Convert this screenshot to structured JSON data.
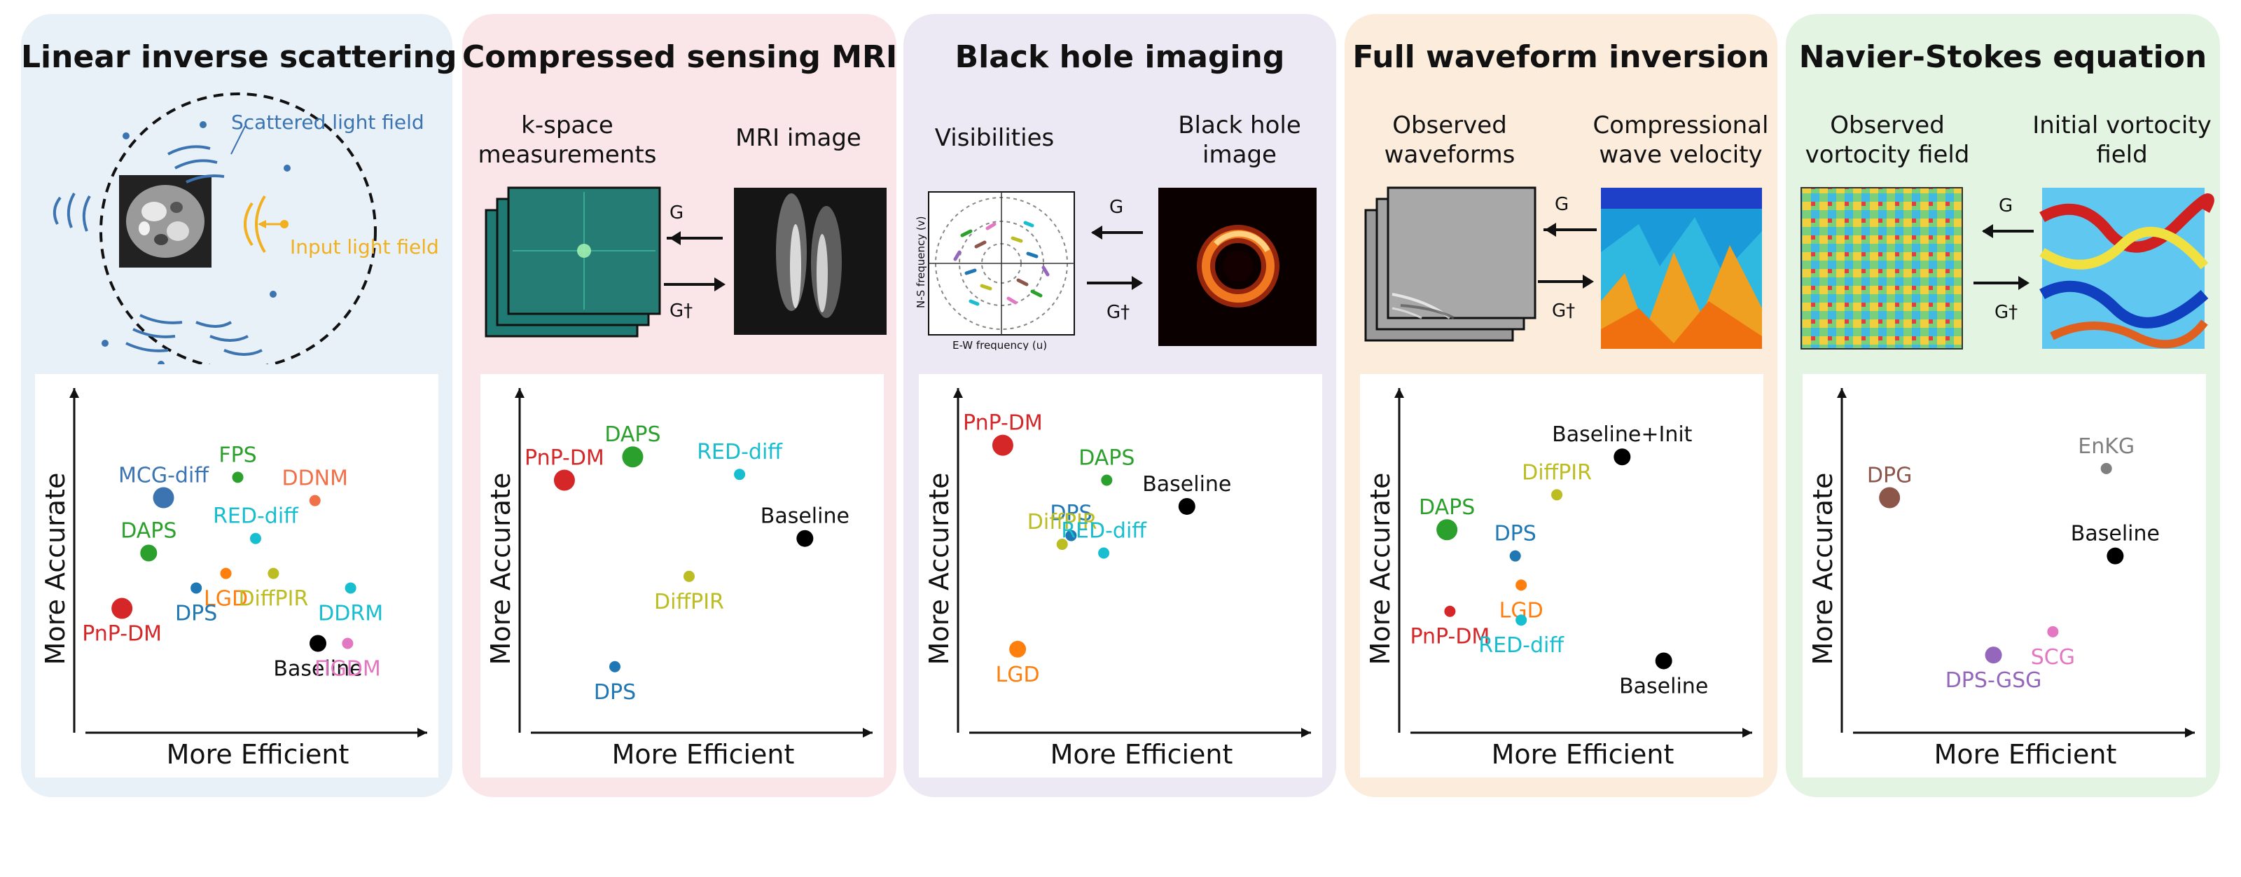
{
  "panels": [
    {
      "id": "scattering",
      "title": "Linear inverse scattering",
      "bg": "#e8f0f8",
      "labels": {
        "scattered": "Scattered light field",
        "input": "Input light field"
      },
      "chart_data": {
        "type": "scatter",
        "xlabel": "More Efficient",
        "ylabel": "More Accurate",
        "xlim": [
          0,
          10
        ],
        "ylim": [
          0,
          10
        ],
        "points": [
          {
            "name": "MCG-diff",
            "x": 2.3,
            "y": 7.2,
            "size": "large",
            "color": "#3b74b0"
          },
          {
            "name": "FPS",
            "x": 4.8,
            "y": 7.9,
            "size": "small",
            "color": "#2ca02c"
          },
          {
            "name": "DDNM",
            "x": 7.4,
            "y": 7.1,
            "size": "small",
            "color": "#f07048"
          },
          {
            "name": "RED-diff",
            "x": 5.4,
            "y": 5.8,
            "size": "small",
            "color": "#17becf"
          },
          {
            "name": "DAPS",
            "x": 1.8,
            "y": 5.3,
            "size": "medium",
            "color": "#2ca02c"
          },
          {
            "name": "LGD",
            "x": 4.4,
            "y": 4.6,
            "size": "small",
            "color": "#ff7f0e"
          },
          {
            "name": "DiffPIR",
            "x": 6.0,
            "y": 4.6,
            "size": "small",
            "color": "#bcbd22"
          },
          {
            "name": "DPS",
            "x": 3.4,
            "y": 4.1,
            "size": "small",
            "color": "#1f77b4"
          },
          {
            "name": "DDRM",
            "x": 8.6,
            "y": 4.1,
            "size": "small",
            "color": "#17becf"
          },
          {
            "name": "PnP-DM",
            "x": 0.9,
            "y": 3.4,
            "size": "large",
            "color": "#d62728"
          },
          {
            "name": "Baseline",
            "x": 7.5,
            "y": 2.2,
            "size": "medium",
            "color": "#000000"
          },
          {
            "name": "ΠGDM",
            "x": 8.5,
            "y": 2.2,
            "size": "small",
            "color": "#e377c2"
          }
        ]
      }
    },
    {
      "id": "mri",
      "title": "Compressed sensing MRI",
      "bg": "#fae6e8",
      "labels": {
        "left": "k-space measurements",
        "right": "MRI image",
        "forward": "G",
        "adjoint": "G†"
      },
      "chart_data": {
        "type": "scatter",
        "xlabel": "More Efficient",
        "ylabel": "More Accurate",
        "xlim": [
          0,
          10
        ],
        "ylim": [
          0,
          10
        ],
        "points": [
          {
            "name": "DAPS",
            "x": 3.1,
            "y": 8.6,
            "size": "large",
            "color": "#2ca02c"
          },
          {
            "name": "RED-diff",
            "x": 6.7,
            "y": 8.0,
            "size": "small",
            "color": "#17becf"
          },
          {
            "name": "PnP-DM",
            "x": 0.8,
            "y": 7.8,
            "size": "large",
            "color": "#d62728"
          },
          {
            "name": "Baseline",
            "x": 8.9,
            "y": 5.8,
            "size": "medium",
            "color": "#000000"
          },
          {
            "name": "DiffPIR",
            "x": 5.0,
            "y": 4.5,
            "size": "small",
            "color": "#bcbd22"
          },
          {
            "name": "DPS",
            "x": 2.5,
            "y": 1.4,
            "size": "small",
            "color": "#1f77b4"
          }
        ]
      }
    },
    {
      "id": "blackhole",
      "title": "Black hole imaging",
      "bg": "#ece8f4",
      "labels": {
        "left": "Visibilities",
        "right": "Black hole image",
        "forward": "G",
        "adjoint": "G†",
        "vis_xaxis": "E-W frequency (u)",
        "vis_yaxis": "N-S frequency (v)"
      },
      "chart_data": {
        "type": "scatter",
        "xlabel": "More Efficient",
        "ylabel": "More Accurate",
        "xlim": [
          0,
          10
        ],
        "ylim": [
          0,
          10
        ],
        "points": [
          {
            "name": "PnP-DM",
            "x": 0.8,
            "y": 9.0,
            "size": "large",
            "color": "#d62728"
          },
          {
            "name": "DAPS",
            "x": 4.3,
            "y": 7.8,
            "size": "small",
            "color": "#2ca02c"
          },
          {
            "name": "Baseline",
            "x": 7.0,
            "y": 6.9,
            "size": "medium",
            "color": "#000000"
          },
          {
            "name": "DPS",
            "x": 3.1,
            "y": 5.9,
            "size": "small",
            "color": "#1f77b4"
          },
          {
            "name": "DiffPIR",
            "x": 2.8,
            "y": 5.6,
            "size": "small",
            "color": "#bcbd22"
          },
          {
            "name": "RED-diff",
            "x": 4.2,
            "y": 5.3,
            "size": "small",
            "color": "#17becf"
          },
          {
            "name": "LGD",
            "x": 1.3,
            "y": 2.0,
            "size": "medium",
            "color": "#ff7f0e"
          }
        ]
      }
    },
    {
      "id": "fwi",
      "title": "Full waveform inversion",
      "bg": "#fcecdc",
      "labels": {
        "left": "Observed waveforms",
        "right": "Compressional wave velocity",
        "forward": "G",
        "adjoint": "G†"
      },
      "chart_data": {
        "type": "scatter",
        "xlabel": "More Efficient",
        "ylabel": "More Accurate",
        "xlim": [
          0,
          10
        ],
        "ylim": [
          0,
          10
        ],
        "points": [
          {
            "name": "Baseline+Init",
            "x": 6.8,
            "y": 8.6,
            "size": "medium",
            "color": "#000000"
          },
          {
            "name": "DiffPIR",
            "x": 4.6,
            "y": 7.3,
            "size": "small",
            "color": "#bcbd22"
          },
          {
            "name": "DAPS",
            "x": 0.9,
            "y": 6.1,
            "size": "large",
            "color": "#2ca02c"
          },
          {
            "name": "DPS",
            "x": 3.2,
            "y": 5.2,
            "size": "small",
            "color": "#1f77b4"
          },
          {
            "name": "LGD",
            "x": 3.4,
            "y": 4.2,
            "size": "small",
            "color": "#ff7f0e"
          },
          {
            "name": "PnP-DM",
            "x": 1.0,
            "y": 3.3,
            "size": "small",
            "color": "#d62728"
          },
          {
            "name": "RED-diff",
            "x": 3.4,
            "y": 3.0,
            "size": "small",
            "color": "#17becf"
          },
          {
            "name": "Baseline",
            "x": 8.2,
            "y": 1.6,
            "size": "medium",
            "color": "#000000"
          }
        ]
      }
    },
    {
      "id": "navier",
      "title": "Navier-Stokes equation",
      "bg": "#e3f4e3",
      "labels": {
        "left": "Observed vortocity field",
        "right": "Initial vortocity field",
        "forward": "G",
        "adjoint": "G†"
      },
      "chart_data": {
        "type": "scatter",
        "xlabel": "More Efficient",
        "ylabel": "More Accurate",
        "xlim": [
          0,
          10
        ],
        "ylim": [
          0,
          10
        ],
        "points": [
          {
            "name": "EnKG",
            "x": 8.2,
            "y": 8.2,
            "size": "small",
            "color": "#7f7f7f"
          },
          {
            "name": "DPG",
            "x": 0.9,
            "y": 7.2,
            "size": "large",
            "color": "#8c564b"
          },
          {
            "name": "Baseline",
            "x": 8.5,
            "y": 5.2,
            "size": "medium",
            "color": "#000000"
          },
          {
            "name": "SCG",
            "x": 6.4,
            "y": 2.6,
            "size": "small",
            "color": "#e377c2"
          },
          {
            "name": "DPS-GSG",
            "x": 4.4,
            "y": 1.8,
            "size": "medium",
            "color": "#9467bd"
          }
        ]
      }
    }
  ]
}
